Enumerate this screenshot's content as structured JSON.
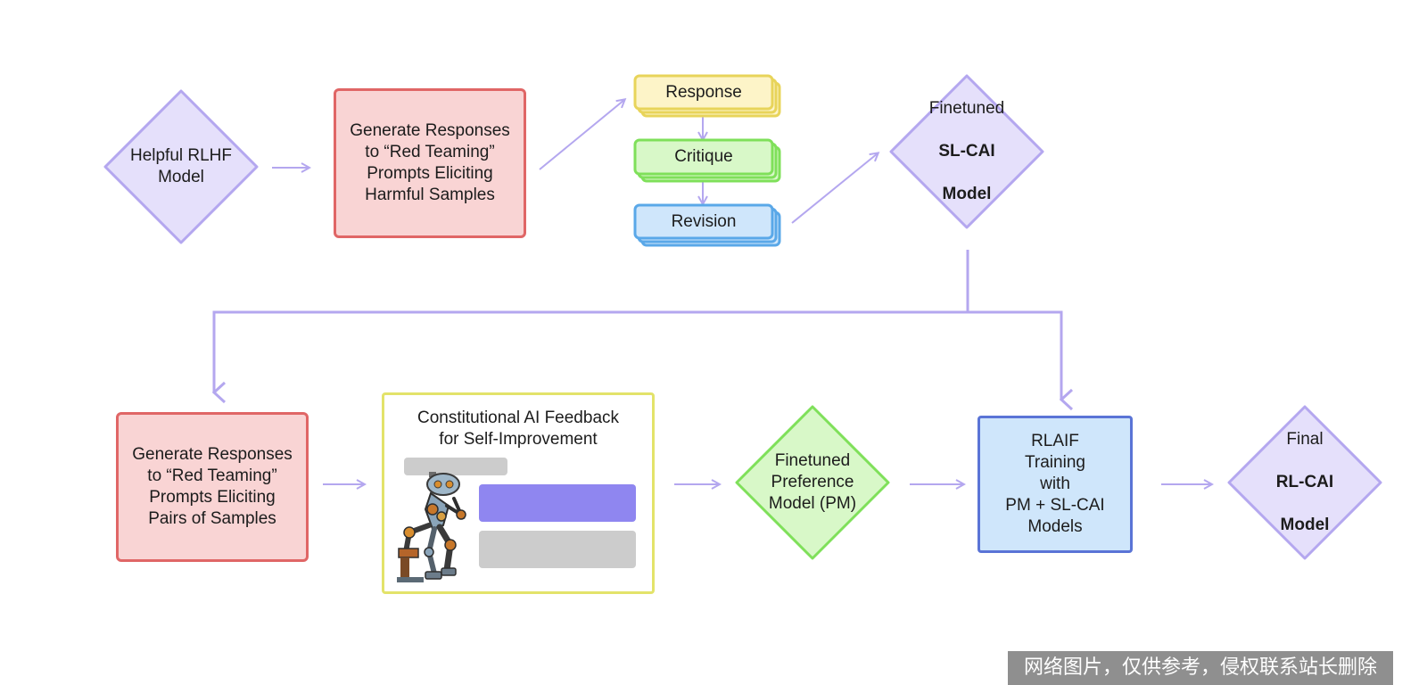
{
  "diagram": {
    "colors": {
      "purple_fill": "#e5e0fb",
      "purple_border": "#b4a7ef",
      "red_fill": "#f9d4d4",
      "red_border": "#e06666",
      "yellow_fill": "#fdf4c8",
      "yellow_border": "#e8d45a",
      "green_fill": "#d8f8c8",
      "green_border": "#7fe05a",
      "blue_fill": "#cfe6fb",
      "blue_border": "#5a74d6",
      "arrow": "#b4a7ef",
      "bubble_purple": "#8f86f0",
      "bubble_gray": "#cccccc"
    },
    "nodes": {
      "helpful_rlhf": {
        "text": "Helpful RLHF\nModel"
      },
      "generate_harmful": {
        "text": "Generate Responses\nto “Red Teaming”\nPrompts Eliciting\nHarmful Samples"
      },
      "response": {
        "text": "Response"
      },
      "critique": {
        "text": "Critique"
      },
      "revision": {
        "text": "Revision"
      },
      "finetuned_sl_cai": {
        "line1": "Finetuned",
        "bold1": "SL-CAI",
        "bold2": "Model"
      },
      "generate_pairs": {
        "text": "Generate Responses\nto “Red Teaming”\nPrompts Eliciting\nPairs of Samples"
      },
      "constitutional_feedback": {
        "title": "Constitutional AI Feedback\nfor Self-Improvement",
        "image_icon": "thinking-robot-icon"
      },
      "finetuned_pm": {
        "text": "Finetuned\nPreference\nModel (PM)"
      },
      "rlaif_training": {
        "text": "RLAIF\nTraining\nwith\nPM + SL-CAI\nModels"
      },
      "final_rl_cai": {
        "line1": "Final",
        "bold1": "RL-CAI",
        "bold2": "Model"
      }
    }
  },
  "watermark": {
    "text": "网络图片，仅供参考，侵权联系站长删除"
  }
}
